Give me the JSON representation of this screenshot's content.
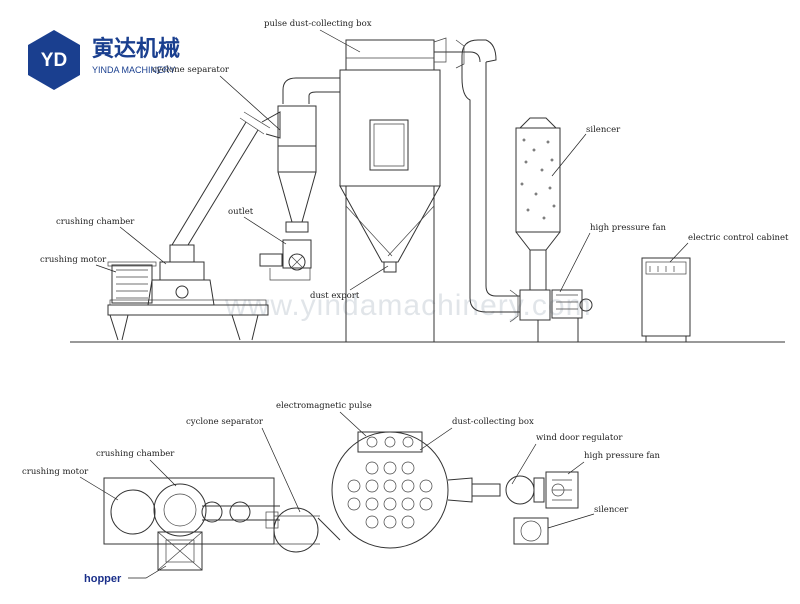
{
  "logo": {
    "mark": "YD",
    "name_cn": "寅达机械",
    "name_en": "YINDA MACHINERY"
  },
  "watermark": "www.yindamachinery.com",
  "side_view": {
    "labels": {
      "pulse_box": "pulse dust-collecting box",
      "cyclone": "cyclone separator",
      "silencer": "silencer",
      "crushing_chamber": "crushing chamber",
      "outlet": "outlet",
      "crushing_motor": "crushing motor",
      "high_pressure_fan": "high pressure fan",
      "electric_cabinet": "electric control cabinet",
      "dust_export": "dust export"
    }
  },
  "top_view": {
    "labels": {
      "electromagnetic_pulse": "electromagnetic pulse",
      "cyclone": "cyclone separator",
      "dust_box": "dust-collecting box",
      "wind_door": "wind door regulator",
      "crushing_chamber": "crushing chamber",
      "high_pressure_fan": "high pressure fan",
      "crushing_motor": "crushing motor",
      "silencer": "silencer",
      "hopper": "hopper"
    }
  },
  "colors": {
    "line": "#333333",
    "logo_blue": "#1a3f8f",
    "hopper_label": "#1a2f8a"
  }
}
